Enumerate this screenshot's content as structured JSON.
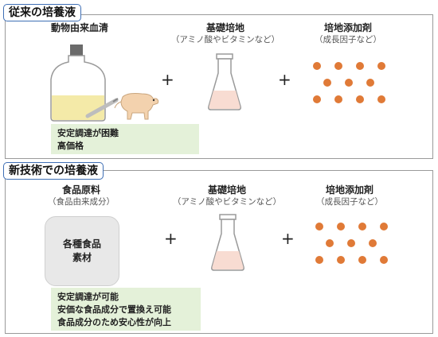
{
  "top": {
    "title": "従来の培養液",
    "serum": {
      "title": "動物由来血清"
    },
    "medium": {
      "title": "基礎培地",
      "subtitle": "（アミノ酸やビタミンなど）"
    },
    "additive": {
      "title": "培地添加剤",
      "subtitle": "（成長因子など）"
    },
    "notes": [
      "安定調達が困難",
      "高価格"
    ],
    "plus_1": "+",
    "plus_2": "+"
  },
  "bottom": {
    "title": "新技術での培養液",
    "food": {
      "title": "食品原料",
      "subtitle": "（食品由来成分）",
      "box_lines": [
        "各種食品",
        "素材"
      ]
    },
    "medium": {
      "title": "基礎培地",
      "subtitle": "（アミノ酸やビタミンなど）"
    },
    "additive": {
      "title": "培地添加剤",
      "subtitle": "（成長因子など）"
    },
    "notes": [
      "安定調達が可能",
      "安価な食品成分で置換え可能",
      "食品成分のため安心性が向上"
    ],
    "plus_1": "+",
    "plus_2": "+"
  },
  "colors": {
    "accent_border": "#3f6fb5",
    "dot": "#e07a37",
    "note_bg": "#e4f1d9",
    "liquid_yellow": "#f4eaa8",
    "liquid_pink": "#f8dcd2"
  },
  "icons": [
    "bottle-icon",
    "cow-icon",
    "flask-icon",
    "particle-dot-icon"
  ]
}
